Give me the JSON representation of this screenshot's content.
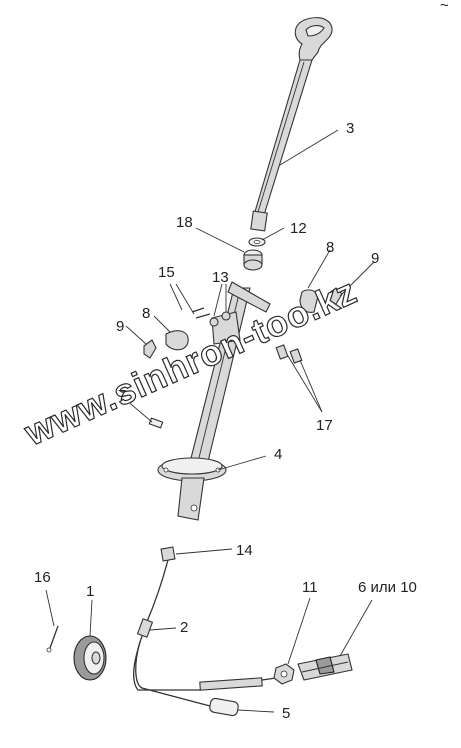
{
  "diagram": {
    "corner_mark": "~",
    "watermark": "www.sinhron-too.kz",
    "callouts": [
      {
        "id": "c3",
        "text": "3"
      },
      {
        "id": "c18",
        "text": "18"
      },
      {
        "id": "c12",
        "text": "12"
      },
      {
        "id": "c8a",
        "text": "8"
      },
      {
        "id": "c9a",
        "text": "9"
      },
      {
        "id": "c15",
        "text": "15"
      },
      {
        "id": "c13",
        "text": "13"
      },
      {
        "id": "c8b",
        "text": "8"
      },
      {
        "id": "c9b",
        "text": "9"
      },
      {
        "id": "c7",
        "text": "7"
      },
      {
        "id": "c17",
        "text": "17"
      },
      {
        "id": "c4",
        "text": "4"
      },
      {
        "id": "c14",
        "text": "14"
      },
      {
        "id": "c16",
        "text": "16"
      },
      {
        "id": "c1",
        "text": "1"
      },
      {
        "id": "c11",
        "text": "11"
      },
      {
        "id": "c6or10",
        "text": "6 или 10"
      },
      {
        "id": "c2",
        "text": "2"
      },
      {
        "id": "c5",
        "text": "5"
      }
    ]
  }
}
